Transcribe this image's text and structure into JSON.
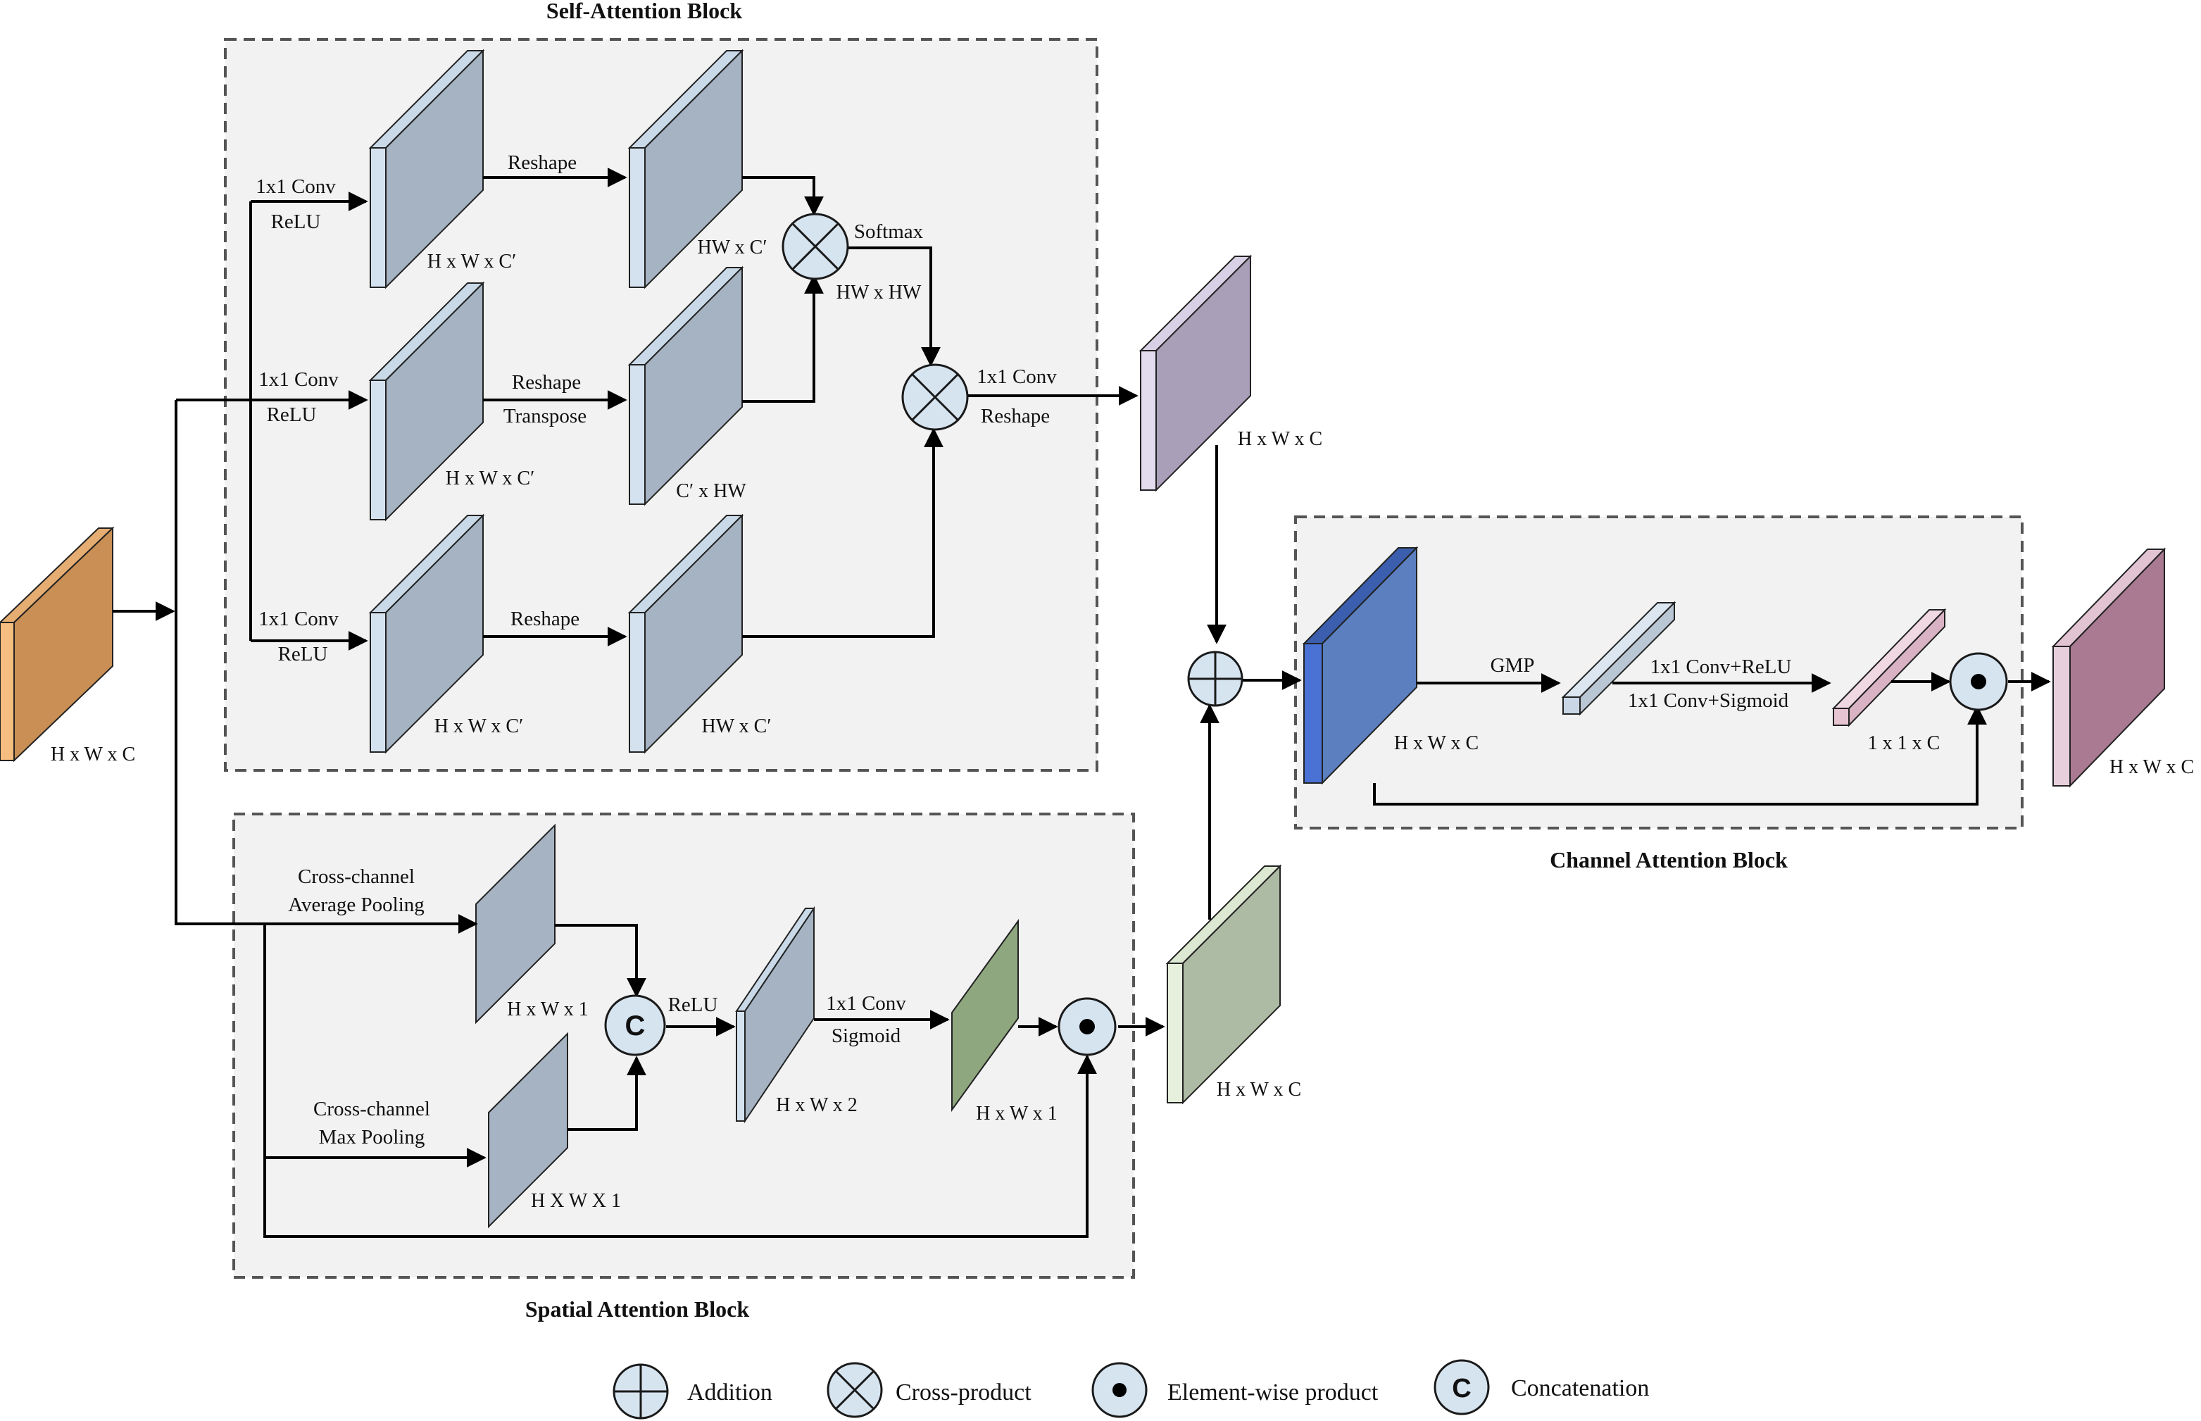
{
  "blocks": {
    "self_attention": "Self-Attention Block",
    "spatial_attention": "Spatial Attention Block",
    "channel_attention": "Channel Attention Block"
  },
  "labels": {
    "input_dim": "H x W x C",
    "conv_relu_conv": "1x1 Conv",
    "conv_relu_relu": "ReLU",
    "reshape": "Reshape",
    "reshape_transpose_1": "Reshape",
    "reshape_transpose_2": "Transpose",
    "dim_hwc_prime": "H x W x C′",
    "dim_hw_c_prime": "HW x C′",
    "dim_c_prime_hw": "C′ x HW",
    "softmax": "Softmax",
    "dim_hw_hw": "HW x HW",
    "out_conv": "1x1 Conv",
    "out_reshape": "Reshape",
    "self_out_dim": "H x W x C",
    "avg_pool_1": "Cross-channel",
    "avg_pool_2": "Average Pooling",
    "max_pool_1": "Cross-channel",
    "max_pool_2": "Max Pooling",
    "dim_hw1": "H x W x 1",
    "dim_HXWX1": "H X W X 1",
    "concat_relu": "ReLU",
    "conv_sigmoid_1": "1x1 Conv",
    "conv_sigmoid_2": "Sigmoid",
    "dim_hw2": "H x W x 2",
    "dim_hw1_green": "H x W x 1",
    "spatial_out_dim": "H x W x C",
    "gmp": "GMP",
    "conv_relu_ch": "1x1 Conv+ReLU",
    "conv_sigmoid_ch": "1x1 Conv+Sigmoid",
    "dim_11c": "1 x 1 x C",
    "channel_in_dim": "H x W x C",
    "final_dim": "H x W x C",
    "concat_symbol": "C"
  },
  "legend": {
    "addition": "Addition",
    "cross_product": "Cross-product",
    "elementwise": "Element-wise product",
    "concatenation": "Concatenation",
    "concat_symbol": "C"
  },
  "colors": {
    "input": "#c98f55",
    "feature_gray": "#a5b3c2",
    "self_out": "#a99fb8",
    "spatial_green": "#8fa77f",
    "spatial_out": "#aebba4",
    "channel_blue": "#5b7fbf",
    "channel_vec": "#c8d6e5",
    "channel_vec_pink": "#e6c4d1",
    "final": "#a97a91",
    "operator_fill": "#d6e4f0"
  }
}
